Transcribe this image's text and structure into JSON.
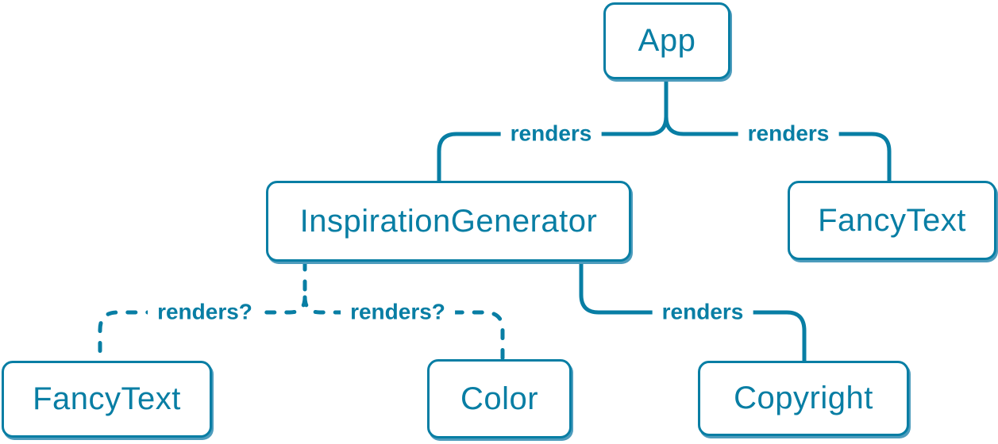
{
  "diagram_type": "component-render-tree",
  "colors": {
    "accent": "#087ea4",
    "node_bg": "#ffffff",
    "page_bg": "#ffffff",
    "shadow": "#4d9cbd"
  },
  "nodes": [
    {
      "id": "app",
      "label": "App"
    },
    {
      "id": "inspiration-generator",
      "label": "InspirationGenerator"
    },
    {
      "id": "fancy-text-top",
      "label": "FancyText"
    },
    {
      "id": "fancy-text-bottom",
      "label": "FancyText"
    },
    {
      "id": "color",
      "label": "Color"
    },
    {
      "id": "copyright",
      "label": "Copyright"
    }
  ],
  "edges": [
    {
      "from": "App",
      "to": "InspirationGenerator",
      "label": "renders",
      "style": "solid"
    },
    {
      "from": "App",
      "to": "FancyText",
      "label": "renders",
      "style": "solid"
    },
    {
      "from": "InspirationGenerator",
      "to": "FancyText",
      "label": "renders?",
      "style": "dashed"
    },
    {
      "from": "InspirationGenerator",
      "to": "Color",
      "label": "renders?",
      "style": "dashed"
    },
    {
      "from": "InspirationGenerator",
      "to": "Copyright",
      "label": "renders",
      "style": "solid"
    }
  ]
}
